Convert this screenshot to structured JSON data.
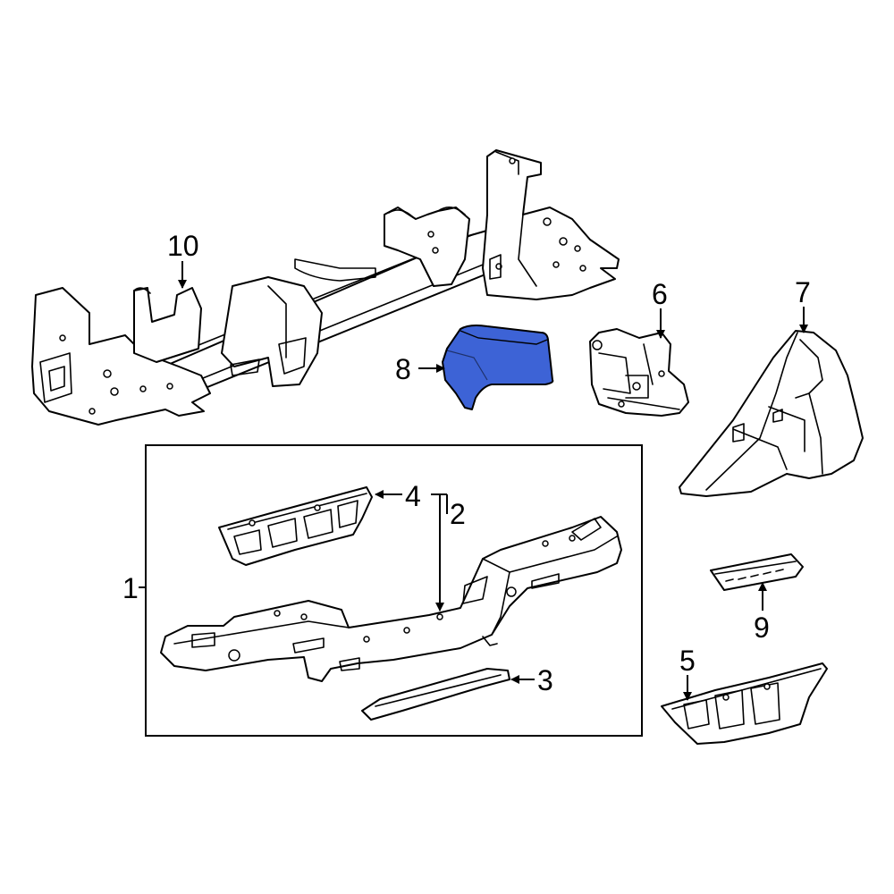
{
  "callouts": {
    "c1": "1",
    "c2": "2",
    "c3": "3",
    "c4": "4",
    "c5": "5",
    "c6": "6",
    "c7": "7",
    "c8": "8",
    "c9": "9",
    "c10": "10"
  },
  "colors": {
    "highlight_fill": "#3d63d6",
    "line": "#000000",
    "background": "#ffffff"
  },
  "highlighted_part": "8"
}
